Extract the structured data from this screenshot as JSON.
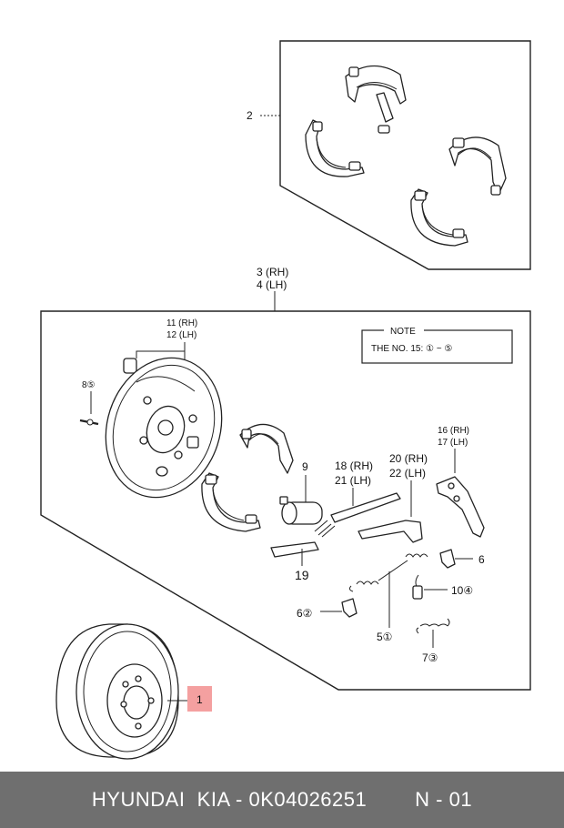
{
  "labels": {
    "p2": "2",
    "p3": "3 (RH)",
    "p4": "4 (LH)",
    "p11": "11 (RH)",
    "p12": "12 (LH)",
    "p8": "8⑤",
    "p9": "9",
    "p18": "18 (RH)",
    "p21": "21 (LH)",
    "p20": "20 (RH)",
    "p22": "22 (LH)",
    "p16": "16 (RH)",
    "p17": "17 (LH)",
    "p19": "19",
    "p6a": "6",
    "p10": "10④",
    "p6b": "6②",
    "p5": "5①",
    "p7": "7③",
    "p1": "1"
  },
  "note": {
    "title": "NOTE",
    "text": "THE NO. 15:  ① ~ ⑤"
  },
  "footer": {
    "brand": "HYUNDAI  KIA - 0K04026251",
    "code": "N - 01"
  },
  "colors": {
    "highlight": "#f4a0a0",
    "footer_bg": "#6f6f6f"
  }
}
